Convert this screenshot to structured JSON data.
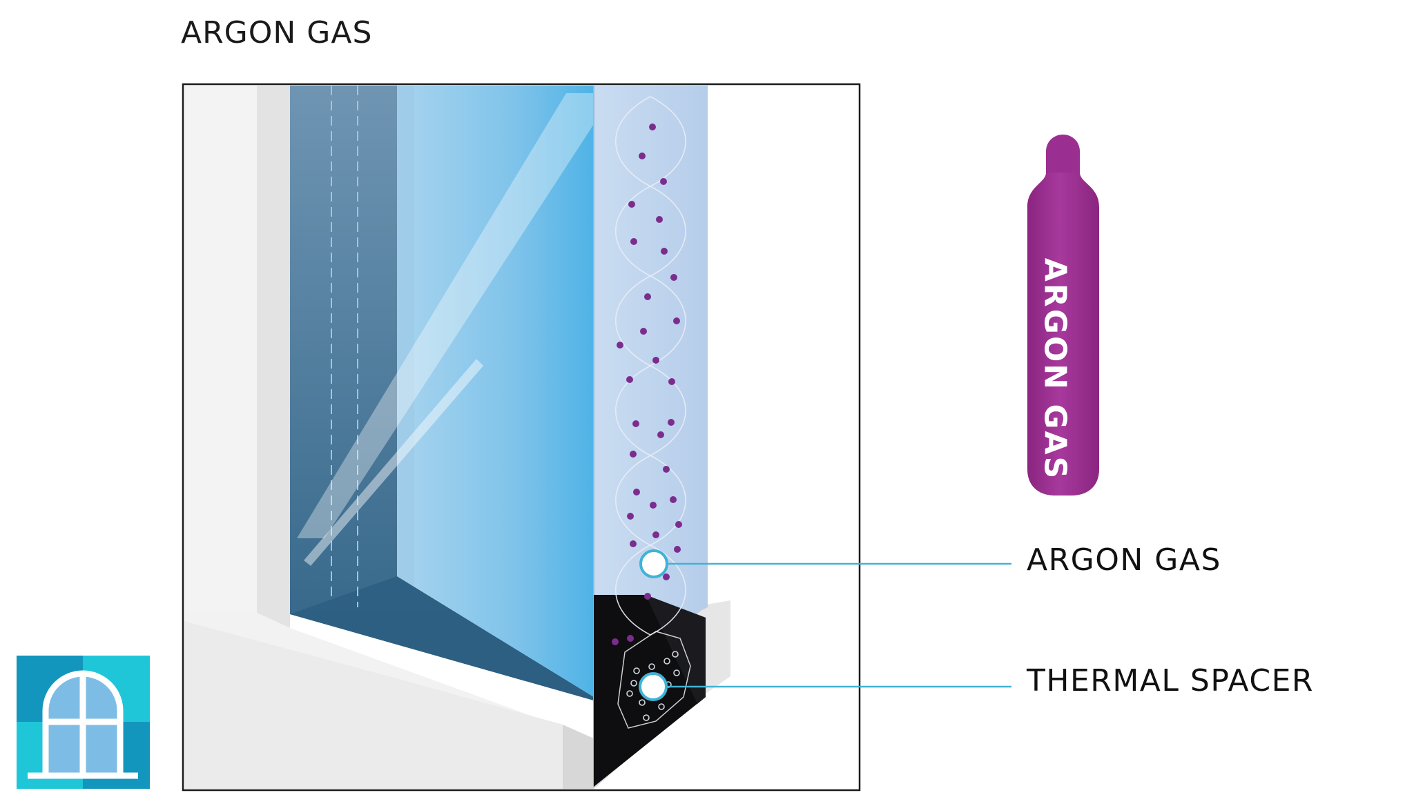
{
  "title": "ARGON GAS",
  "callouts": {
    "argon_gas": "ARGON GAS",
    "thermal_spacer": "THERMAL SPACER"
  },
  "cylinder": {
    "label": "ARGON GAS",
    "color": "#9B2F91"
  },
  "icons": {
    "logo": "arched-window-logo-icon",
    "cylinder": "gas-cylinder-icon"
  },
  "colors": {
    "glass_blue": "#5FB8E8",
    "dark_glass": "#2E6A8C",
    "argon_dot": "#7B2D8E",
    "callout_line": "#3FB3D6",
    "logo_teal": "#1FC6D8"
  }
}
